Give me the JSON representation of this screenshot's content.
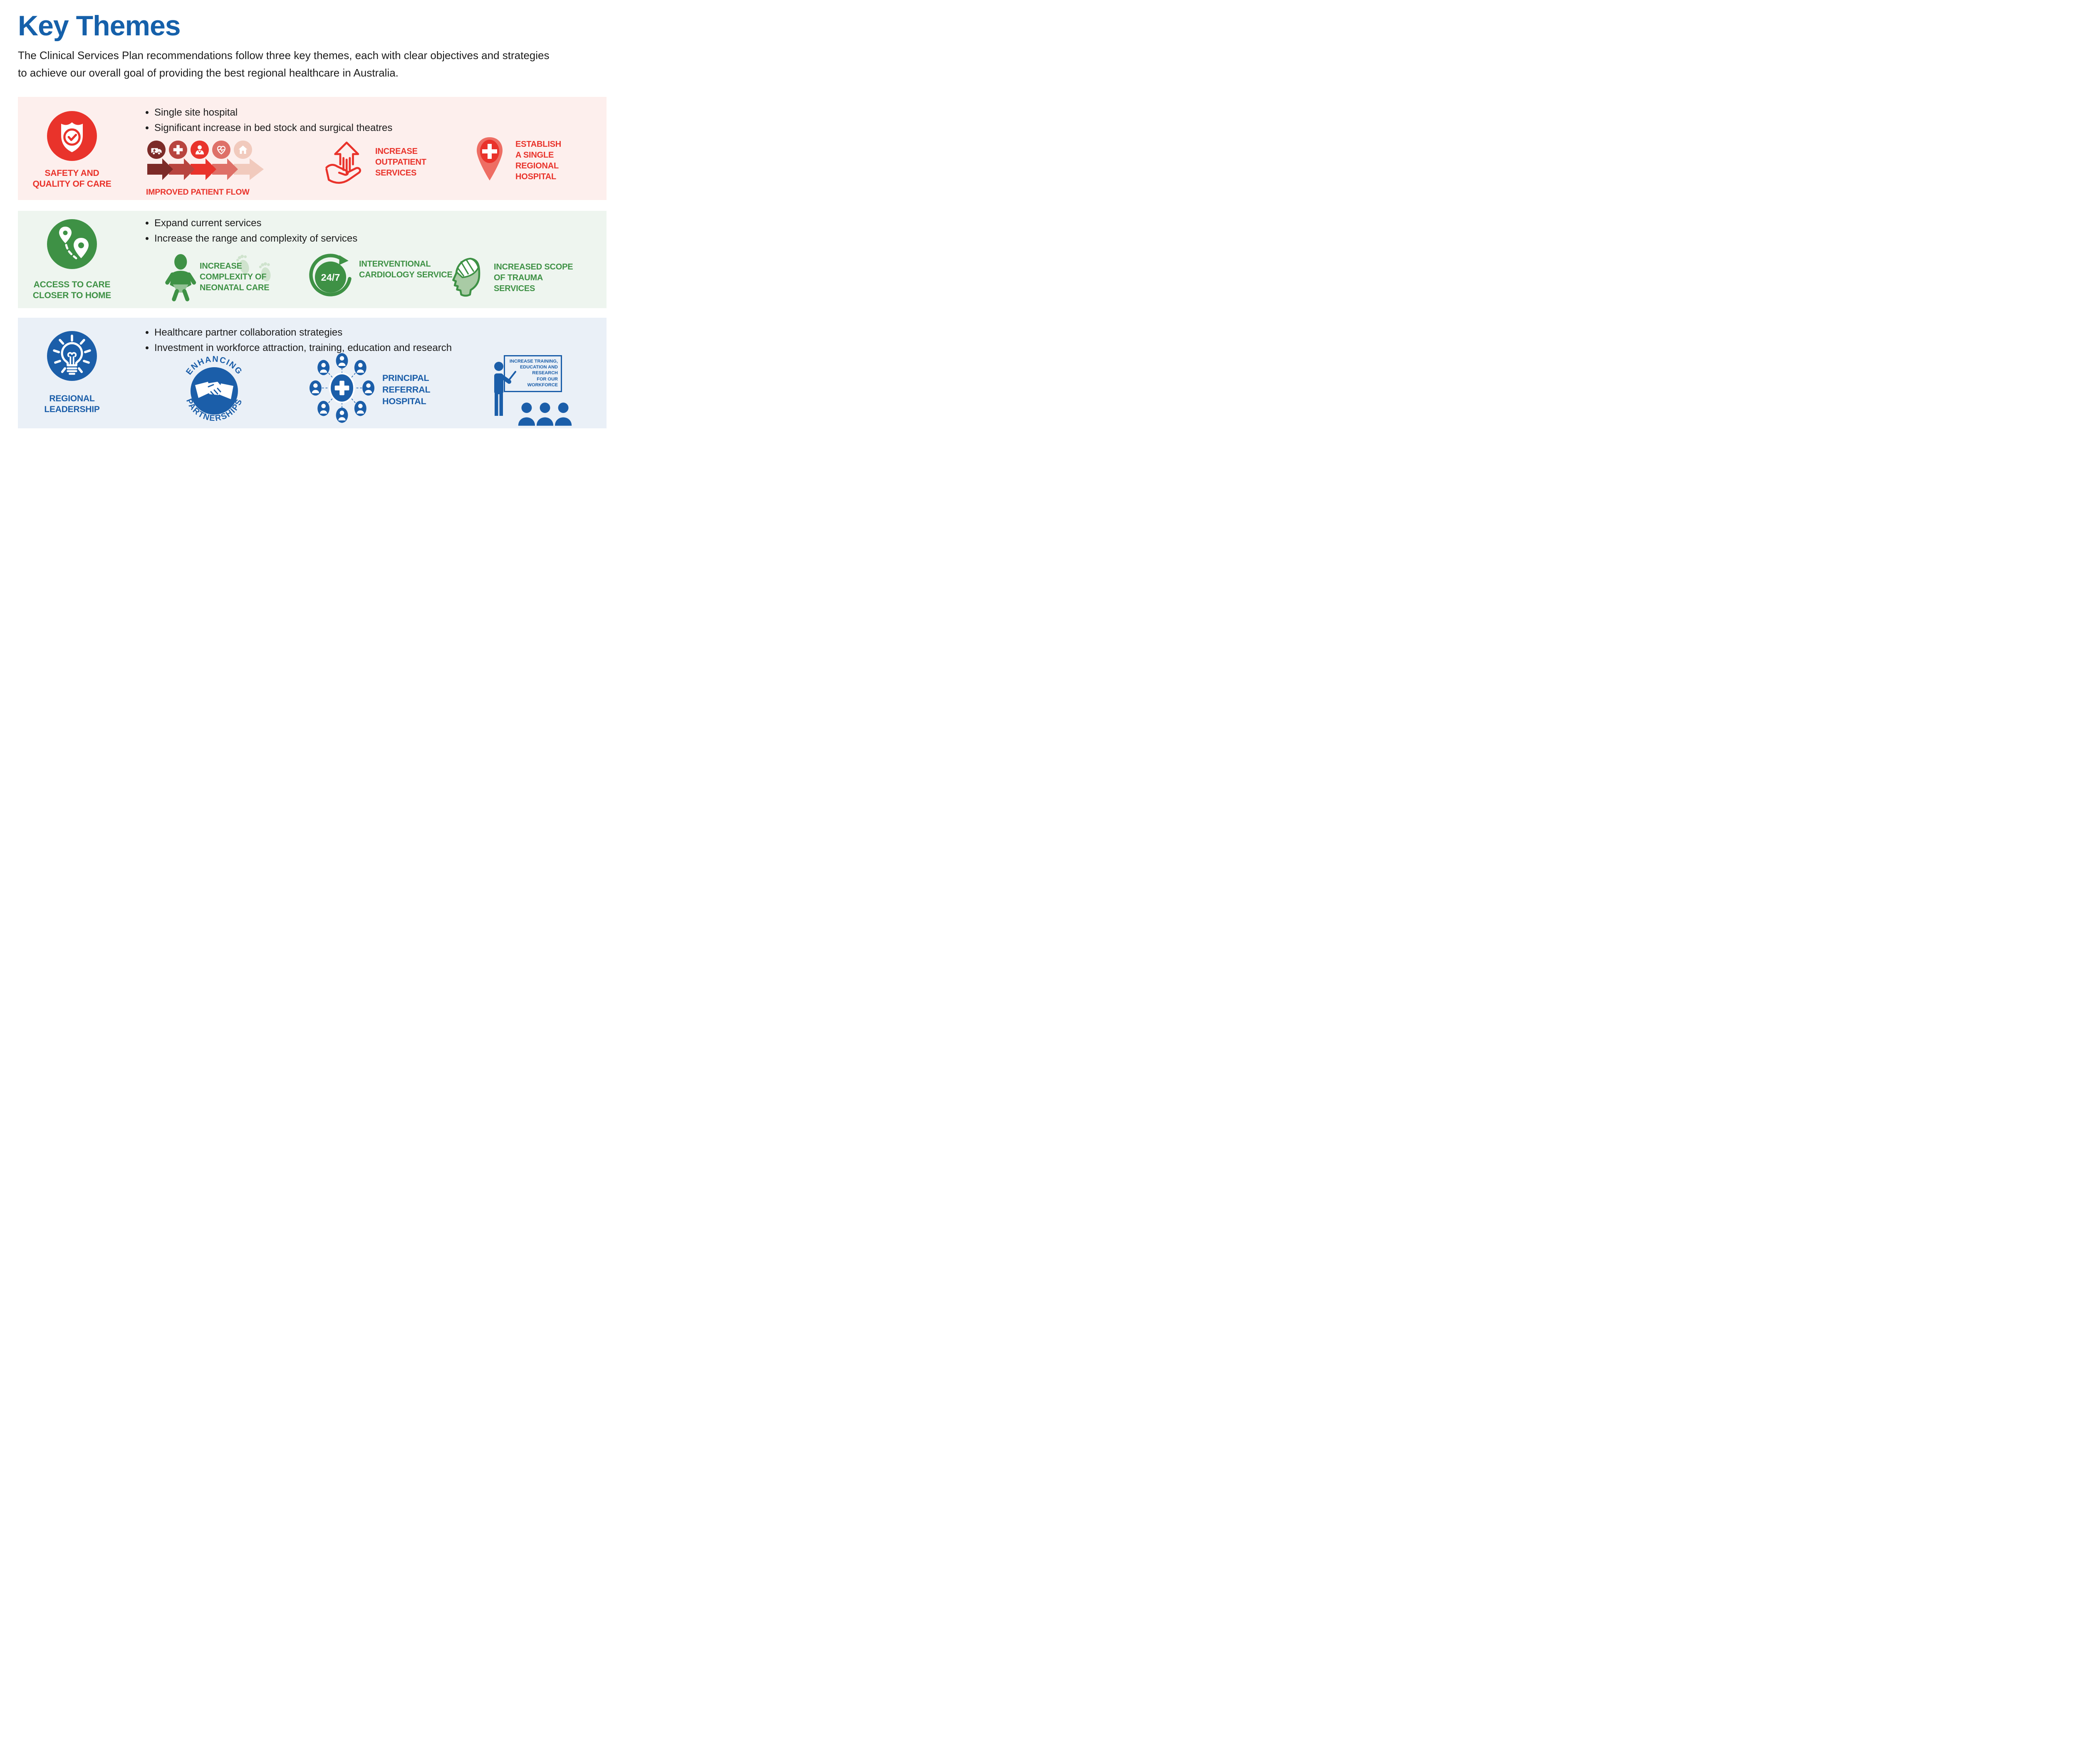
{
  "page": {
    "title": "Key Themes",
    "intro": "The Clinical Services Plan recommendations follow three key themes, each with clear objectives and strategies\nto achieve our overall goal of providing the best regional healthcare in Australia."
  },
  "colors": {
    "title_blue": "#1560aa",
    "red": "#e9332b",
    "red_bg": "#fdefed",
    "pin_light": "#ee6e64",
    "flow_1": "#7c2b28",
    "flow_2": "#b8453f",
    "flow_3": "#e9332b",
    "flow_4": "#de7068",
    "flow_5": "#f1cabd",
    "green": "#3e9145",
    "green_bg": "#eef5ef",
    "green_light": "#cfe3cd",
    "green_mid": "#93c295",
    "blue": "#1b5ea9",
    "blue_bg": "#eaf0f7"
  },
  "sections": [
    {
      "label": "SAFETY AND\nQUALITY OF CARE",
      "bullets": [
        "Single site hospital",
        "Significant increase in bed stock and surgical theatres"
      ],
      "features": {
        "flow": {
          "label": "IMPROVED PATIENT FLOW"
        },
        "outpatient": {
          "label": "INCREASE\nOUTPATIENT\nSERVICES"
        },
        "establish": {
          "label": "ESTABLISH\nA SINGLE\nREGIONAL\nHOSPITAL"
        }
      }
    },
    {
      "label": "ACCESS TO CARE\nCLOSER TO HOME",
      "bullets": [
        "Expand current services",
        "Increase the range and complexity of services"
      ],
      "features": {
        "neonatal": {
          "label": "INCREASE\nCOMPLEXITY OF\nNEONATAL CARE"
        },
        "cardiology": {
          "label": "INTERVENTIONAL\nCARDIOLOGY SERVICE",
          "badge": "24/7"
        },
        "trauma": {
          "label": "INCREASED SCOPE\nOF TRAUMA\nSERVICES"
        }
      }
    },
    {
      "label": "REGIONAL\nLEADERSHIP",
      "bullets": [
        "Healthcare partner collaboration strategies",
        "Investment in workforce attraction, training, education and research"
      ],
      "features": {
        "partnerships": {
          "label_top": "ENHANCING",
          "label_bottom": "PARTNERSHIPS"
        },
        "referral": {
          "label": "PRINCIPAL\nREFERRAL\nHOSPITAL"
        },
        "training": {
          "board_text": "INCREASE TRAINING,\nEDUCATION AND\nRESEARCH\nFOR OUR\nWORKFORCE"
        }
      }
    }
  ]
}
